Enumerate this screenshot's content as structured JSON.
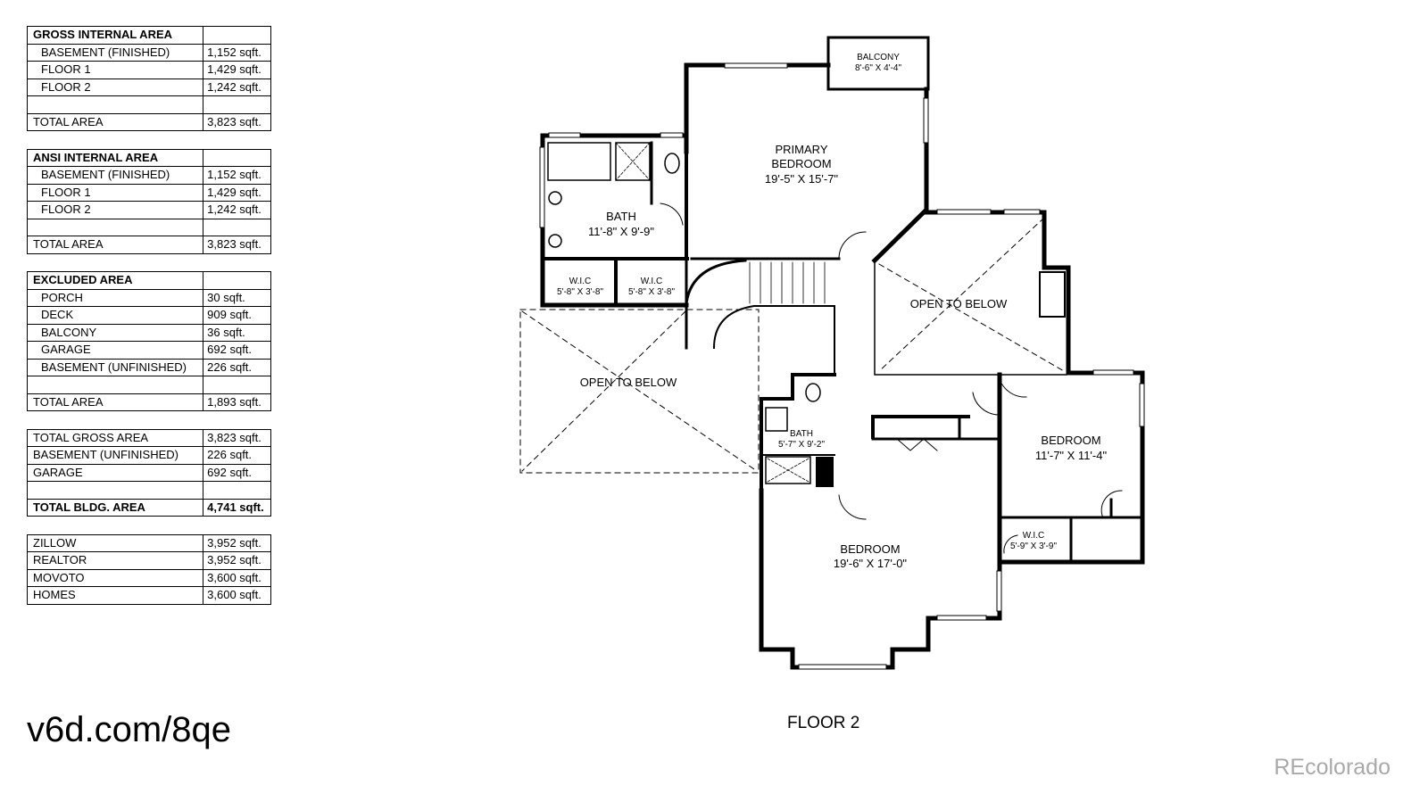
{
  "tables": [
    {
      "header": {
        "label": "GROSS INTERNAL AREA"
      },
      "rows": [
        {
          "label": "BASEMENT (FINISHED)",
          "value": "1,152 sqft."
        },
        {
          "label": "FLOOR 1",
          "value": "1,429 sqft."
        },
        {
          "label": "FLOOR 2",
          "value": "1,242 sqft."
        }
      ],
      "total": {
        "label": "TOTAL AREA",
        "value": "3,823 sqft."
      }
    },
    {
      "header": {
        "label": "ANSI INTERNAL AREA"
      },
      "rows": [
        {
          "label": "BASEMENT (FINISHED)",
          "value": "1,152 sqft."
        },
        {
          "label": "FLOOR 1",
          "value": "1,429 sqft."
        },
        {
          "label": "FLOOR 2",
          "value": "1,242 sqft."
        }
      ],
      "total": {
        "label": "TOTAL AREA",
        "value": "3,823 sqft."
      }
    },
    {
      "header": {
        "label": "EXCLUDED AREA"
      },
      "rows": [
        {
          "label": "PORCH",
          "value": "30 sqft."
        },
        {
          "label": "DECK",
          "value": "909 sqft."
        },
        {
          "label": "BALCONY",
          "value": "36 sqft."
        },
        {
          "label": "GARAGE",
          "value": "692 sqft."
        },
        {
          "label": "BASEMENT (UNFINISHED)",
          "value": "226 sqft."
        }
      ],
      "total": {
        "label": "TOTAL AREA",
        "value": "1,893 sqft."
      }
    },
    {
      "rows": [
        {
          "label": "TOTAL GROSS AREA",
          "value": "3,823 sqft."
        },
        {
          "label": "BASEMENT (UNFINISHED)",
          "value": "226 sqft."
        },
        {
          "label": "GARAGE",
          "value": "692 sqft."
        }
      ],
      "total": {
        "label": "TOTAL BLDG. AREA",
        "value": "4,741 sqft.",
        "bold": true
      }
    },
    {
      "rows": [
        {
          "label": "ZILLOW",
          "value": "3,952 sqft."
        },
        {
          "label": "REALTOR",
          "value": "3,952 sqft."
        },
        {
          "label": "MOVOTO",
          "value": "3,600 sqft."
        },
        {
          "label": "HOMES",
          "value": "3,600 sqft."
        }
      ]
    }
  ],
  "link_text": "v6d.com/8qe",
  "floor_label": "FLOOR 2",
  "brand": "REcolorado",
  "rooms": {
    "balcony": {
      "name": "BALCONY",
      "dims": "8'-6\" X 4'-4\""
    },
    "primary_bedroom": {
      "name1": "PRIMARY",
      "name2": "BEDROOM",
      "dims": "19'-5\" X 15'-7\""
    },
    "bath_main": {
      "name": "BATH",
      "dims": "11'-8\" X 9'-9\""
    },
    "wic_left": {
      "name": "W.I.C",
      "dims": "5'-8\" X 3'-8\""
    },
    "wic_right": {
      "name": "W.I.C",
      "dims": "5'-8\" X 3'-8\""
    },
    "open_right": {
      "name": "OPEN TO BELOW"
    },
    "open_left": {
      "name": "OPEN TO BELOW"
    },
    "bath_small": {
      "name": "BATH",
      "dims": "5'-7\" X 9'-2\""
    },
    "bedroom_right": {
      "name": "BEDROOM",
      "dims": "11'-7\" X 11'-4\""
    },
    "wic_bottom": {
      "name": "W.I.C",
      "dims": "5'-9\" X 3'-9\""
    },
    "bedroom_bottom": {
      "name": "BEDROOM",
      "dims": "19'-6\" X 17'-0\""
    }
  }
}
